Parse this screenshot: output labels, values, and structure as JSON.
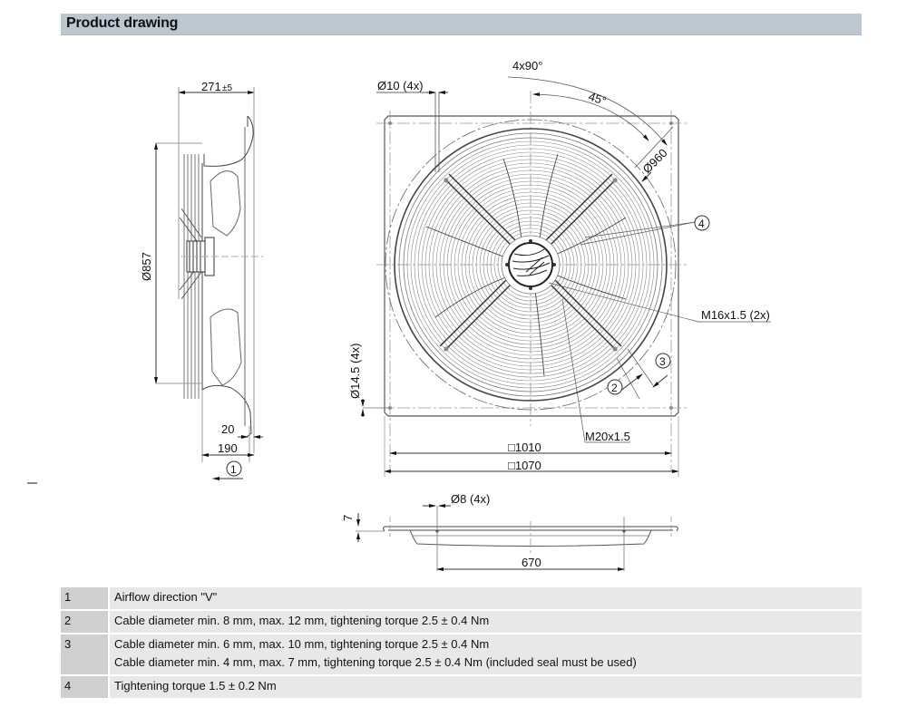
{
  "header": {
    "title": "Product drawing"
  },
  "side_view": {
    "depth_label": "271",
    "depth_tolerance": "±5",
    "diameter_label": "Ø857",
    "dim_20": "20",
    "dim_190": "190",
    "callout_1": "1"
  },
  "front_view": {
    "angle_4x90": "4x90°",
    "angle_45": "45°",
    "hole_label": "Ø10 (4x)",
    "circle_diameter": "Ø960",
    "callout_4": "4",
    "thread_m16": "M16x1.5 (2x)",
    "callout_3": "3",
    "callout_2": "2",
    "thread_m20": "M20x1.5",
    "slot_label": "Ø14.5 (4x)",
    "square_1010": "□1010",
    "square_1070": "□1070"
  },
  "bottom_view": {
    "hole_label": "Ø8 (4x)",
    "height_label": "7",
    "width_label": "670"
  },
  "legend": [
    {
      "num": "1",
      "lines": [
        "Airflow direction \"V\""
      ]
    },
    {
      "num": "2",
      "lines": [
        "Cable diameter min. 8 mm, max. 12 mm, tightening torque 2.5 ± 0.4 Nm"
      ]
    },
    {
      "num": "3",
      "lines": [
        "Cable diameter min. 6 mm, max. 10 mm, tightening torque 2.5 ± 0.4 Nm",
        "Cable diameter min. 4 mm, max. 7 mm, tightening torque 2.5 ± 0.4 Nm (included seal must be used)"
      ]
    },
    {
      "num": "4",
      "lines": [
        "Tightening torque 1.5 ± 0.2 Nm"
      ]
    }
  ]
}
